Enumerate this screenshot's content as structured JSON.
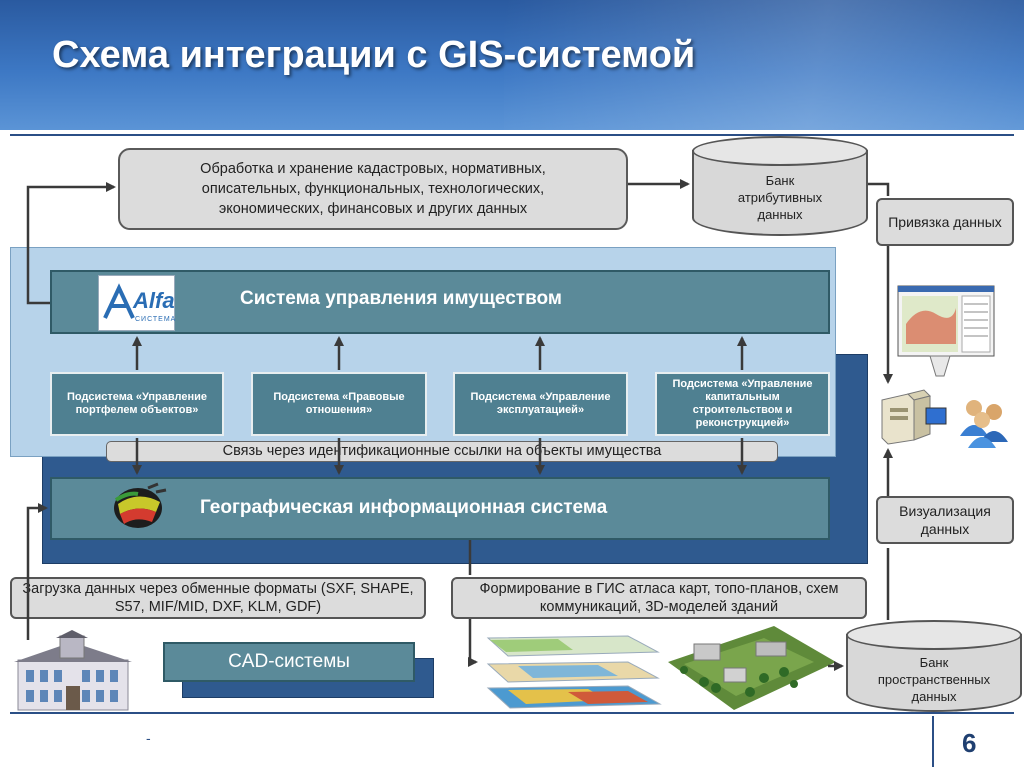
{
  "header": {
    "title": "Схема интеграции с GIS-системой"
  },
  "top_process": {
    "text": "Обработка и хранение кадастровых, нормативных, описательных, функциональных, технологических, экономических, финансовых и других данных"
  },
  "attribute_bank": {
    "label": "Банк атрибутивных данных"
  },
  "binding": {
    "label": "Привязка данных"
  },
  "visualization": {
    "label": "Визуализация данных"
  },
  "property_system": {
    "logo_text": "Alfa",
    "logo_subtext": "СИСТЕМА",
    "label": "Система управления имуществом"
  },
  "subsystems": [
    {
      "label": "Подсистема «Управление портфелем объектов»"
    },
    {
      "label": "Подсистема «Правовые отношения»"
    },
    {
      "label": "Подсистема «Управление эксплуатацией»"
    },
    {
      "label": "Подсистема «Управление капитальным строительством и реконструкцией»"
    }
  ],
  "link_bar": {
    "label": "Связь через идентификационные ссылки на объекты имущества"
  },
  "gis": {
    "label": "Географическая информационная система"
  },
  "import_formats": {
    "label": "Загрузка данных через обменные форматы (SXF, SHAPE, S57, MIF/MID, DXF, KLM, GDF)"
  },
  "atlas": {
    "label": "Формирование в ГИС атласа карт, топо-планов, схем коммуникаций, 3D-моделей зданий"
  },
  "cad": {
    "label": "CAD-системы"
  },
  "spatial_bank": {
    "label": "Банк пространственных данных"
  },
  "footer": {
    "dot": "-",
    "page_number": "6"
  },
  "colors": {
    "title_bg": "#2a5aa0",
    "panel_light": "#b7d3ea",
    "panel_dark": "#2f5a8f",
    "teal": "#5b8a99"
  }
}
